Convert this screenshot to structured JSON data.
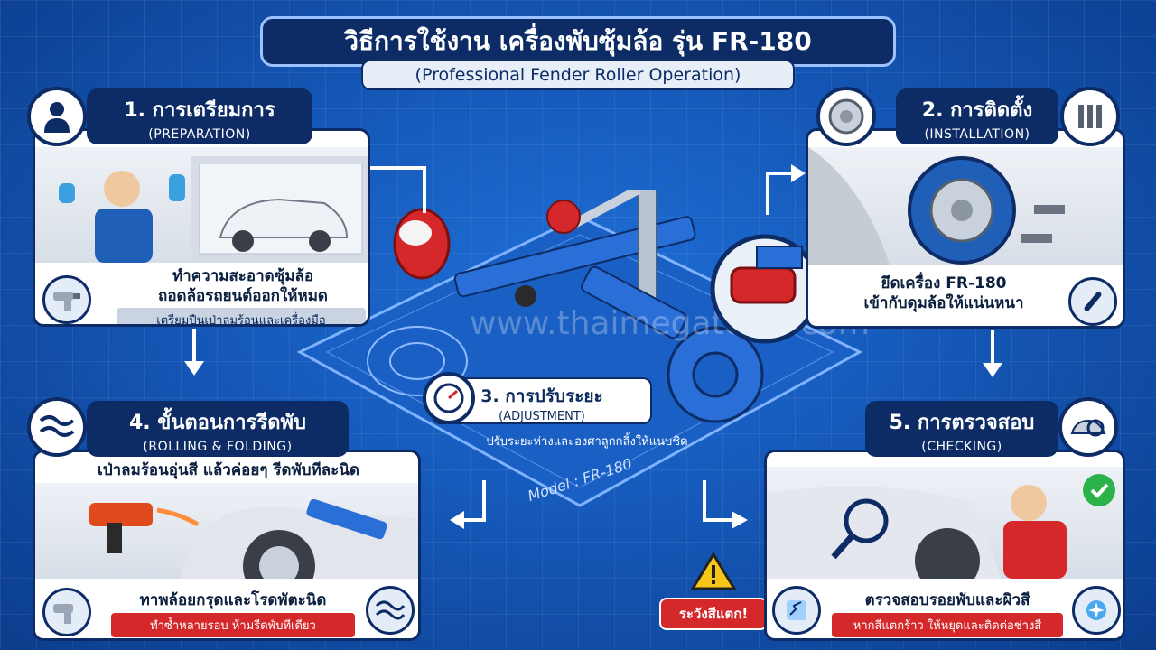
{
  "title": "วิธีการใช้งาน เครื่องพับซุ้มล้อ รุ่น FR-180",
  "subtitle": "(Professional Fender Roller Operation)",
  "watermark": "www.thaimegatools.com",
  "steps": {
    "s1": {
      "title": "1. การเตรียมการ",
      "en": "(PREPARATION)",
      "main": "ทำความสะอาดซุ้มล้อ\nถอดล้อรถยนต์ออกให้หมด",
      "bar": "เตรียมปืนเป่าลมร้อนและเครื่องมือ"
    },
    "s2": {
      "title": "2. การติดตั้ง",
      "en": "(INSTALLATION)",
      "main": "ยึดเครื่อง FR-180\nเข้ากับดุมล้อให้แน่นหนา"
    },
    "s3": {
      "title": "3. การปรับระยะ",
      "en": "(ADJUSTMENT)",
      "desc": "ปรับระยะห่างและองศาลูกกลิ้งให้แนบชิด",
      "model": "Model : FR-180"
    },
    "s4": {
      "title": "4. ขั้นตอนการรีดพับ",
      "en": "(ROLLING & FOLDING)",
      "top": "เป่าลมร้อนอุ่นสี แล้วค่อยๆ รีดพับทีละนิด",
      "main": "ทาพล้อยกรุดและโรดพัตะนิด",
      "bar": "ทำซ้ำหลายรอบ ห้ามรีดพับทีเดียว"
    },
    "s5": {
      "title": "5. การตรวจสอบ",
      "en": "(CHECKING)",
      "main": "ตรวจสอบรอยพับและผิวสี",
      "bar": "หากสีแตกร้าว ให้หยุดและติดต่อช่างสี"
    }
  },
  "warning": "ระวังสีแตก!",
  "colors": {
    "navy": "#0d2c66",
    "blue": "#1558b8",
    "red": "#d4282b",
    "green": "#2bb34a"
  }
}
